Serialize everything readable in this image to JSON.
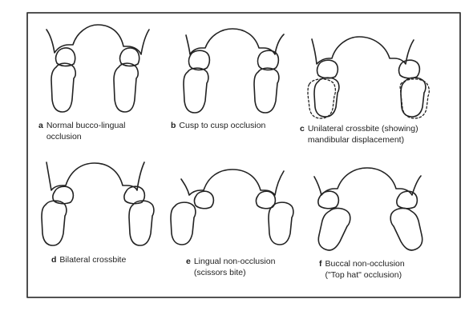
{
  "panels": [
    {
      "id": "a",
      "letter": "a",
      "line1": "Normal bucco-lingual",
      "line2": "occlusion"
    },
    {
      "id": "b",
      "letter": "b",
      "line1": "Cusp to cusp occlusion",
      "line2": ""
    },
    {
      "id": "c",
      "letter": "c",
      "line1": "Unilateral crossbite (showing)",
      "line2": "mandibular displacement)"
    },
    {
      "id": "d",
      "letter": "d",
      "line1": "Bilateral crossbite",
      "line2": ""
    },
    {
      "id": "e",
      "letter": "e",
      "line1": "Lingual non-occlusion",
      "line2": "(scissors bite)"
    },
    {
      "id": "f",
      "letter": "f",
      "line1": "Buccal non-occlusion",
      "line2": "(\"Top hat\" occlusion)"
    }
  ],
  "colors": {
    "ink": "#222222",
    "frame": "#3a3a3a",
    "background": "#ffffff"
  }
}
